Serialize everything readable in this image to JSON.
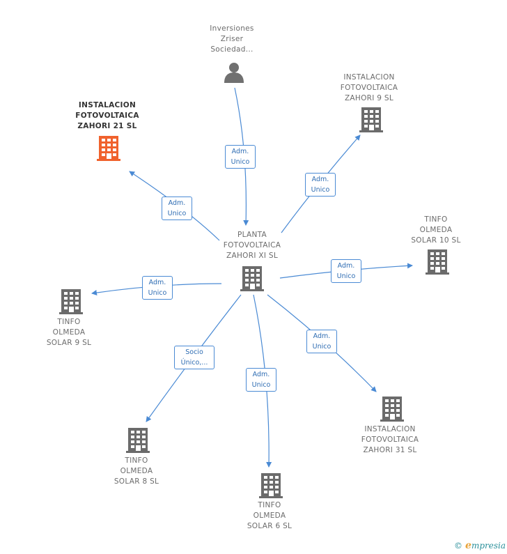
{
  "nodes": [
    {
      "id": "center",
      "type": "company",
      "highlight": false,
      "label": [
        "PLANTA",
        "FOTOVOLTAICA",
        "ZAHORI XI SL"
      ]
    },
    {
      "id": "inversiones",
      "type": "person",
      "highlight": false,
      "label": [
        "Inversiones",
        "Zriser",
        "Sociedad..."
      ]
    },
    {
      "id": "zahori21",
      "type": "company",
      "highlight": true,
      "label": [
        "INSTALACION",
        "FOTOVOLTAICA",
        "ZAHORI 21 SL"
      ]
    },
    {
      "id": "zahori9",
      "type": "company",
      "highlight": false,
      "label": [
        "INSTALACION",
        "FOTOVOLTAICA",
        "ZAHORI 9 SL"
      ]
    },
    {
      "id": "tinfo10",
      "type": "company",
      "highlight": false,
      "label": [
        "TINFO",
        "OLMEDA",
        "SOLAR 10 SL"
      ]
    },
    {
      "id": "tinfo9",
      "type": "company",
      "highlight": false,
      "label": [
        "TINFO",
        "OLMEDA",
        "SOLAR 9 SL"
      ]
    },
    {
      "id": "zahori31",
      "type": "company",
      "highlight": false,
      "label": [
        "INSTALACION",
        "FOTOVOLTAICA",
        "ZAHORI 31 SL"
      ]
    },
    {
      "id": "tinfo8",
      "type": "company",
      "highlight": false,
      "label": [
        "TINFO",
        "OLMEDA",
        "SOLAR 8 SL"
      ]
    },
    {
      "id": "tinfo6",
      "type": "company",
      "highlight": false,
      "label": [
        "TINFO",
        "OLMEDA",
        "SOLAR 6 SL"
      ]
    }
  ],
  "edges": [
    {
      "from": "inversiones",
      "to": "center",
      "label": [
        "Adm.",
        "Unico"
      ]
    },
    {
      "from": "center",
      "to": "zahori21",
      "label": [
        "Adm.",
        "Unico"
      ]
    },
    {
      "from": "center",
      "to": "zahori9",
      "label": [
        "Adm.",
        "Unico"
      ]
    },
    {
      "from": "center",
      "to": "tinfo10",
      "label": [
        "Adm.",
        "Unico"
      ]
    },
    {
      "from": "center",
      "to": "tinfo9",
      "label": [
        "Adm.",
        "Unico"
      ]
    },
    {
      "from": "center",
      "to": "zahori31",
      "label": [
        "Adm.",
        "Unico"
      ]
    },
    {
      "from": "center",
      "to": "tinfo8",
      "label": [
        "Socio",
        "Único,..."
      ]
    },
    {
      "from": "center",
      "to": "tinfo6",
      "label": [
        "Adm.",
        "Unico"
      ]
    }
  ],
  "colors": {
    "edge": "#4a8ad4",
    "icon": "#6b6b6b",
    "icon_highlight": "#f0622d",
    "person": "#707070"
  },
  "footer": {
    "copyright": "©",
    "brand_initial": "e",
    "brand_rest": "mpresia"
  }
}
